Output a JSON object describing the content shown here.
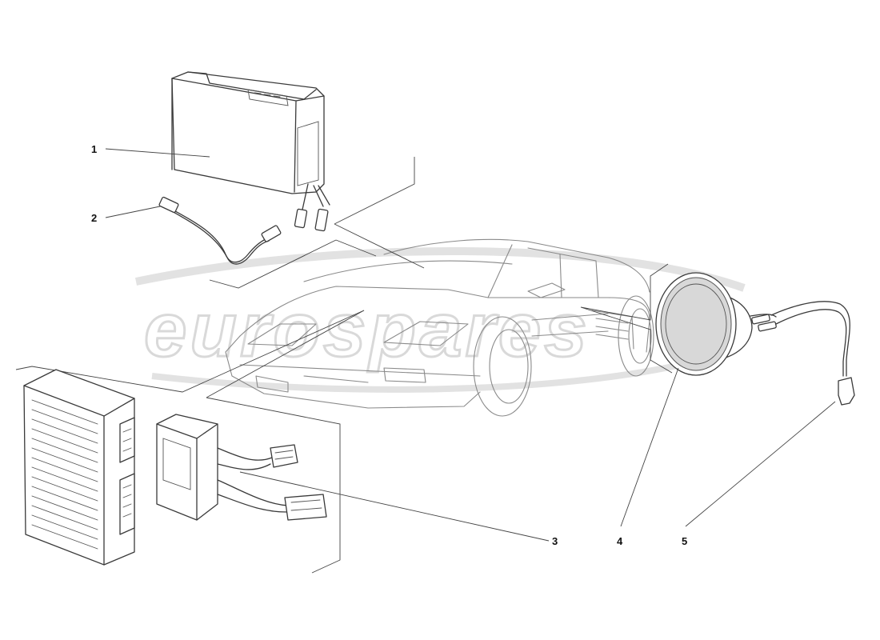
{
  "diagram": {
    "watermark": "eurospares",
    "callouts": [
      {
        "id": "1",
        "label": "1",
        "part": "control-box"
      },
      {
        "id": "2",
        "label": "2",
        "part": "connector-cable"
      },
      {
        "id": "3",
        "label": "3",
        "part": "control-unit-module"
      },
      {
        "id": "4",
        "label": "4",
        "part": "speaker"
      },
      {
        "id": "5",
        "label": "5",
        "part": "speaker-connector"
      }
    ]
  }
}
